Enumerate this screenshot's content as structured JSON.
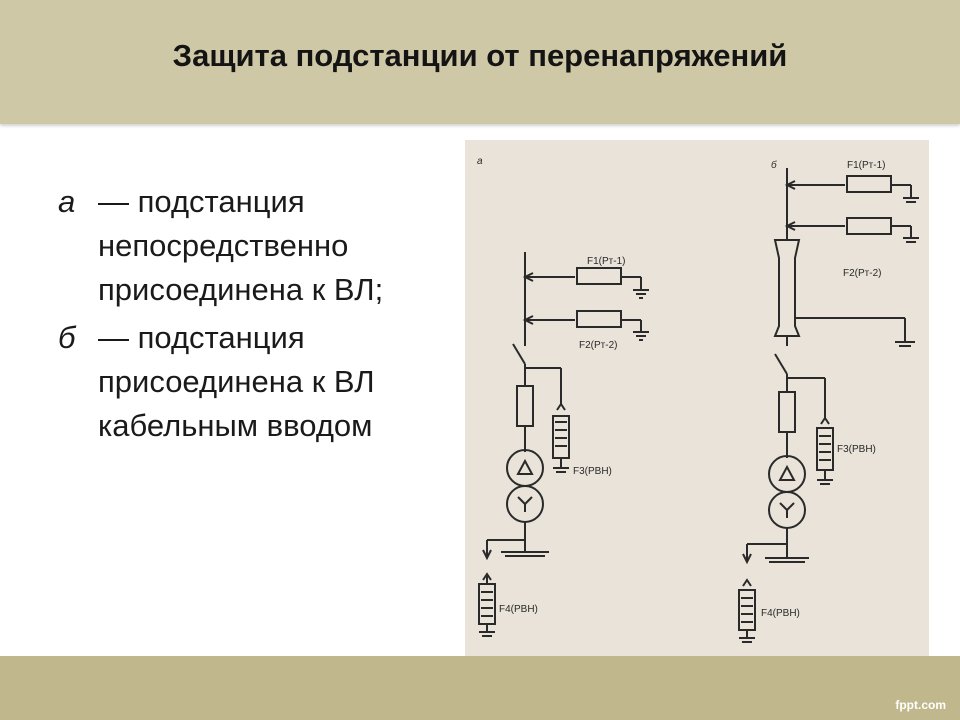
{
  "slide": {
    "title": "Защита подстанции от перенапряжений",
    "items": [
      {
        "marker": "а",
        "text": "— подстанция непосредственно присоединена к ВЛ;"
      },
      {
        "marker": "б",
        "text": "— подстанция присоединена к ВЛ кабельным вводом"
      }
    ]
  },
  "figure": {
    "panel_a": {
      "letter": "а",
      "f1": "F1(Рт-1)",
      "f2": "F2(Рт-2)",
      "f3": "F3(РВН)",
      "f4": "F4(РВН)"
    },
    "panel_b": {
      "letter": "б",
      "f1": "F1(Рт-1)",
      "f2": "F2(Рт-2)",
      "f3": "F3(РВН)",
      "f4": "F4(РВН)"
    }
  },
  "footer": {
    "brand": "fppt.com"
  },
  "colors": {
    "header": "#cfc8a6",
    "footer": "#c0b78c",
    "figure_bg": "#e9e3d9"
  }
}
